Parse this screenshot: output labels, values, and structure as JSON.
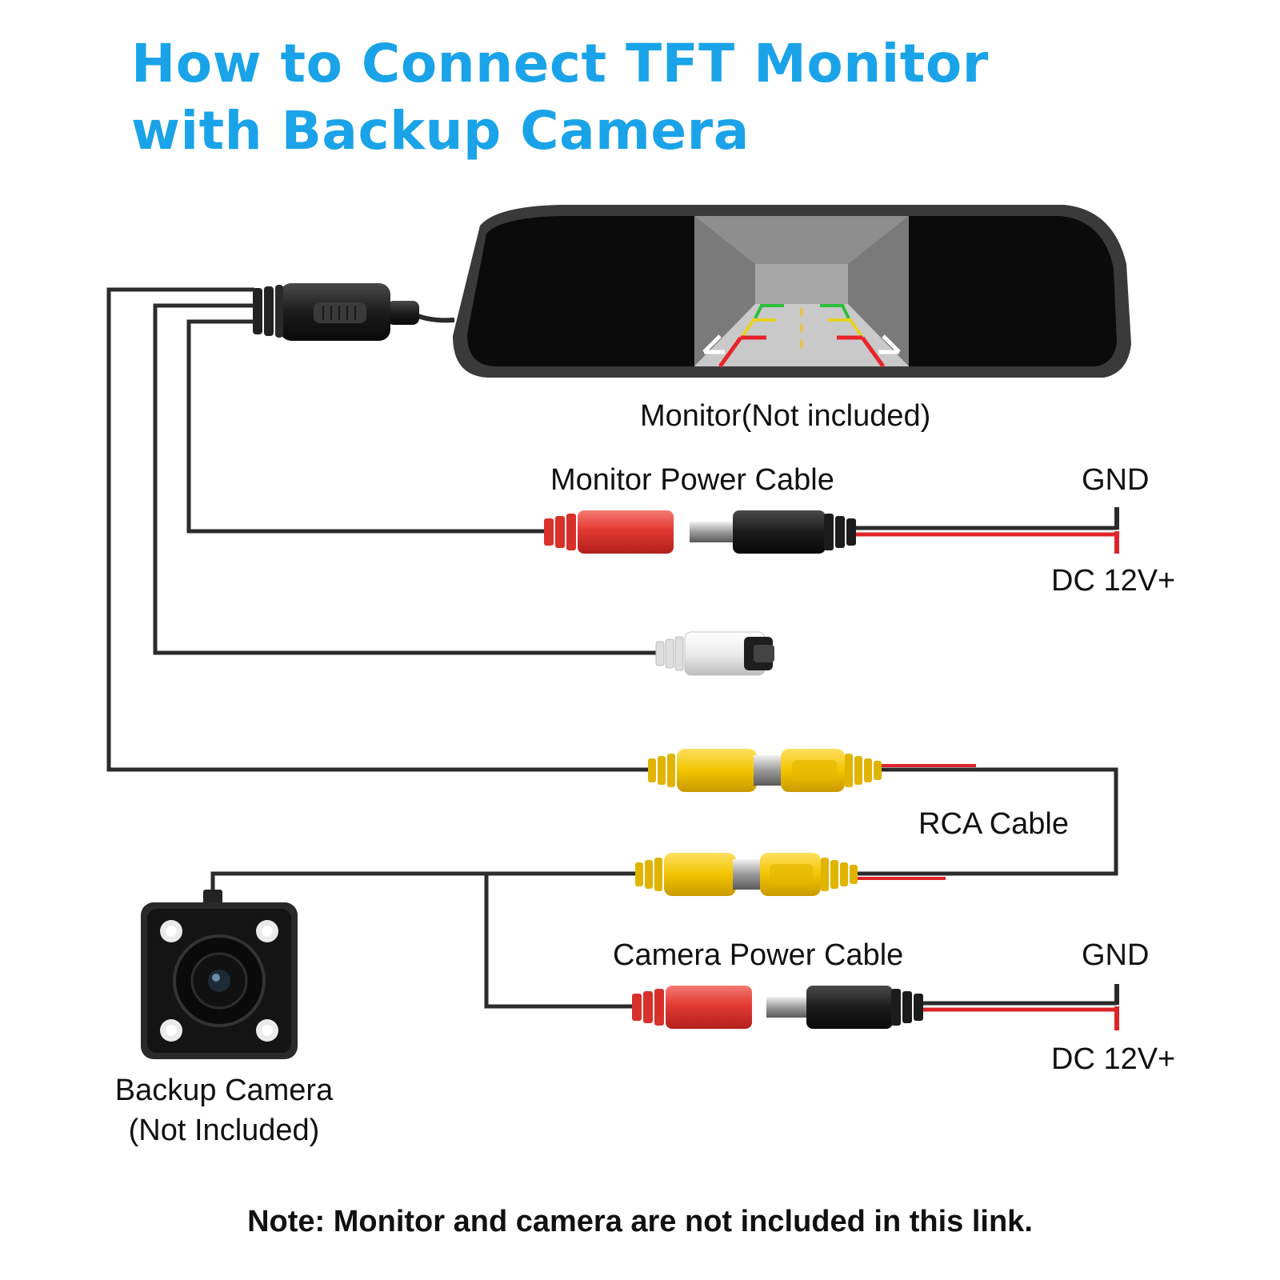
{
  "title": {
    "line1": "How to Connect TFT Monitor",
    "line2": "with Backup Camera"
  },
  "labels": {
    "monitor": "Monitor(Not included)",
    "monitor_power_cable": "Monitor Power Cable",
    "gnd_top": "GND",
    "dc_top": "DC 12V+",
    "rca_cable": "RCA Cable",
    "camera_power_cable": "Camera Power Cable",
    "gnd_bottom": "GND",
    "dc_bottom": "DC 12V+",
    "backup_camera_line1": "Backup Camera",
    "backup_camera_line2": "(Not Included)"
  },
  "note": "Note: Monitor and camera are not included in this link.",
  "colors": {
    "title": "#1aa3e8",
    "wire": "#2b2b2b",
    "red_wire": "#e0242a",
    "red_plug": "#e8403a",
    "yellow_plug": "#f2c200",
    "white_plug": "#f0f0f0",
    "black_plug": "#1c1c1c"
  },
  "icons": {
    "monitor": "rearview-mirror-monitor-icon",
    "camera": "backup-camera-icon"
  }
}
